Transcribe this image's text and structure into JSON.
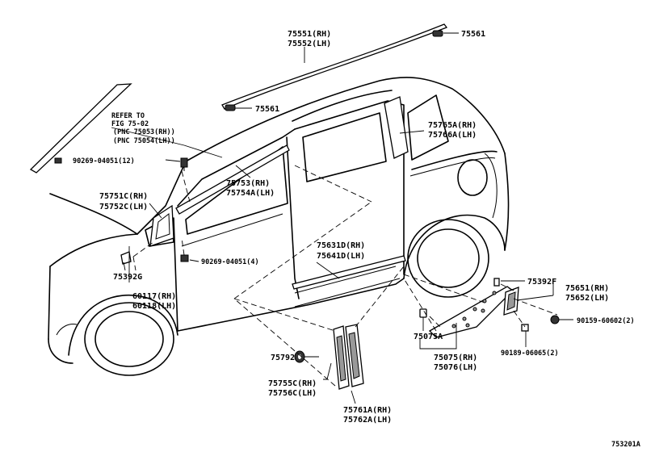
{
  "labels": {
    "p75551": "75551(RH)",
    "p75552": "75552(LH)",
    "p75561_top": "75561",
    "p75561_mid": "75561",
    "refer1": "REFER TO",
    "refer2": "FIG 75-02",
    "refer3": "(PNC 75053(RH))",
    "refer4": "(PNC 75054(LH))",
    "clip_upper": "90269-04051(12)",
    "p75753": "75753(RH)",
    "p75754": "75754A(LH)",
    "p75765": "75765A(RH)",
    "p75766": "75766A(LH)",
    "p75751": "75751C(RH)",
    "p75752": "75752C(LH)",
    "clip_lower": "90269-04051(4)",
    "p75631": "75631D(RH)",
    "p75641": "75641D(LH)",
    "p75392g": "75392G",
    "p60117": "60117(RH)",
    "p60118": "60118(LH)",
    "p75392f": "75392F",
    "p75651": "75651(RH)",
    "p75652": "75652(LH)",
    "screw1": "90159-60602(2)",
    "screw2": "90189-06065(2)",
    "p75075a": "75075A",
    "p75075": "75075(RH)",
    "p75076": "75076(LH)",
    "p75792": "75792",
    "p75755": "75755C(RH)",
    "p75756": "75756C(LH)",
    "p75761": "75761A(RH)",
    "p75762": "75762A(LH)",
    "figure_id": "753201A"
  }
}
